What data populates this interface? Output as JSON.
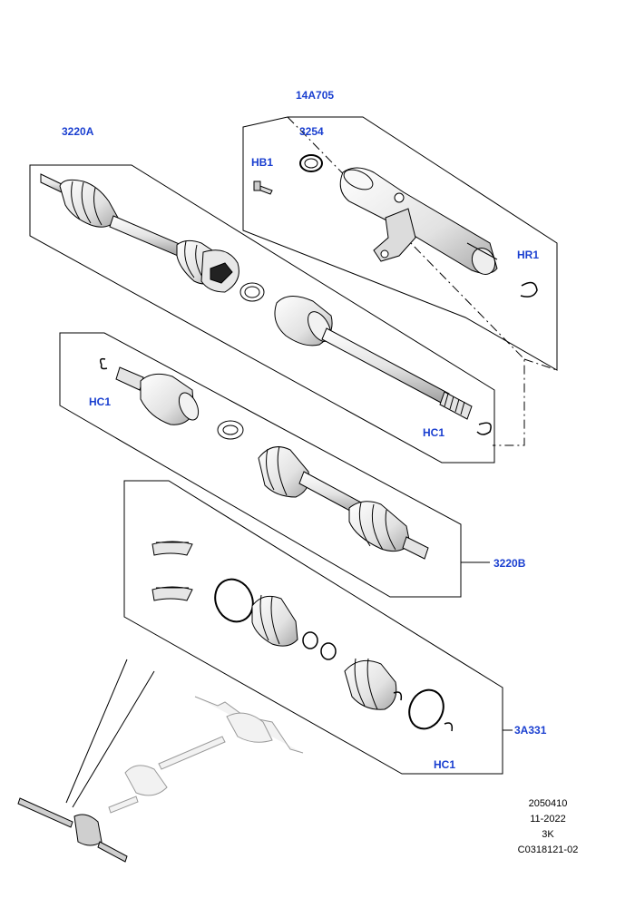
{
  "callouts": {
    "c_14a705": "14A705",
    "c_3220a": "3220A",
    "c_3254": "3254",
    "c_hb1": "HB1",
    "c_hr1": "HR1",
    "c_hc1_left": "HC1",
    "c_hc1_right": "HC1",
    "c_3220b": "3220B",
    "c_3a331": "3A331",
    "c_hc1_bottom": "HC1"
  },
  "meta": {
    "line1": "2050410",
    "line2": "11-2022",
    "line3": "3K",
    "line4": "C0318121-02"
  },
  "colors": {
    "callout": "#1a3fd0",
    "line": "#000000",
    "parts_light": "#f4f4f4",
    "parts_mid": "#d8d8d8",
    "locator_grey": "#9a9a9a"
  }
}
